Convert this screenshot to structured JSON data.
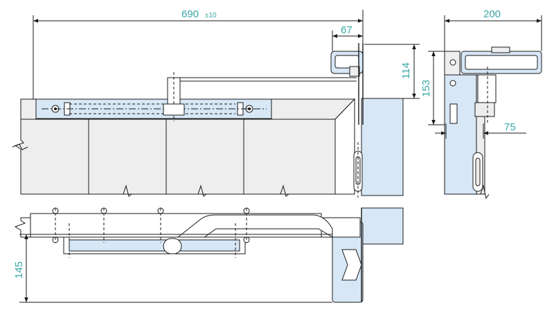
{
  "dimensions": {
    "overall_length": "690",
    "overall_tolerance": "±10",
    "shaft_offset": "67",
    "side_width": "200",
    "front_height": "114",
    "side_height": "153",
    "side_offset": "75",
    "plan_height": "145"
  }
}
